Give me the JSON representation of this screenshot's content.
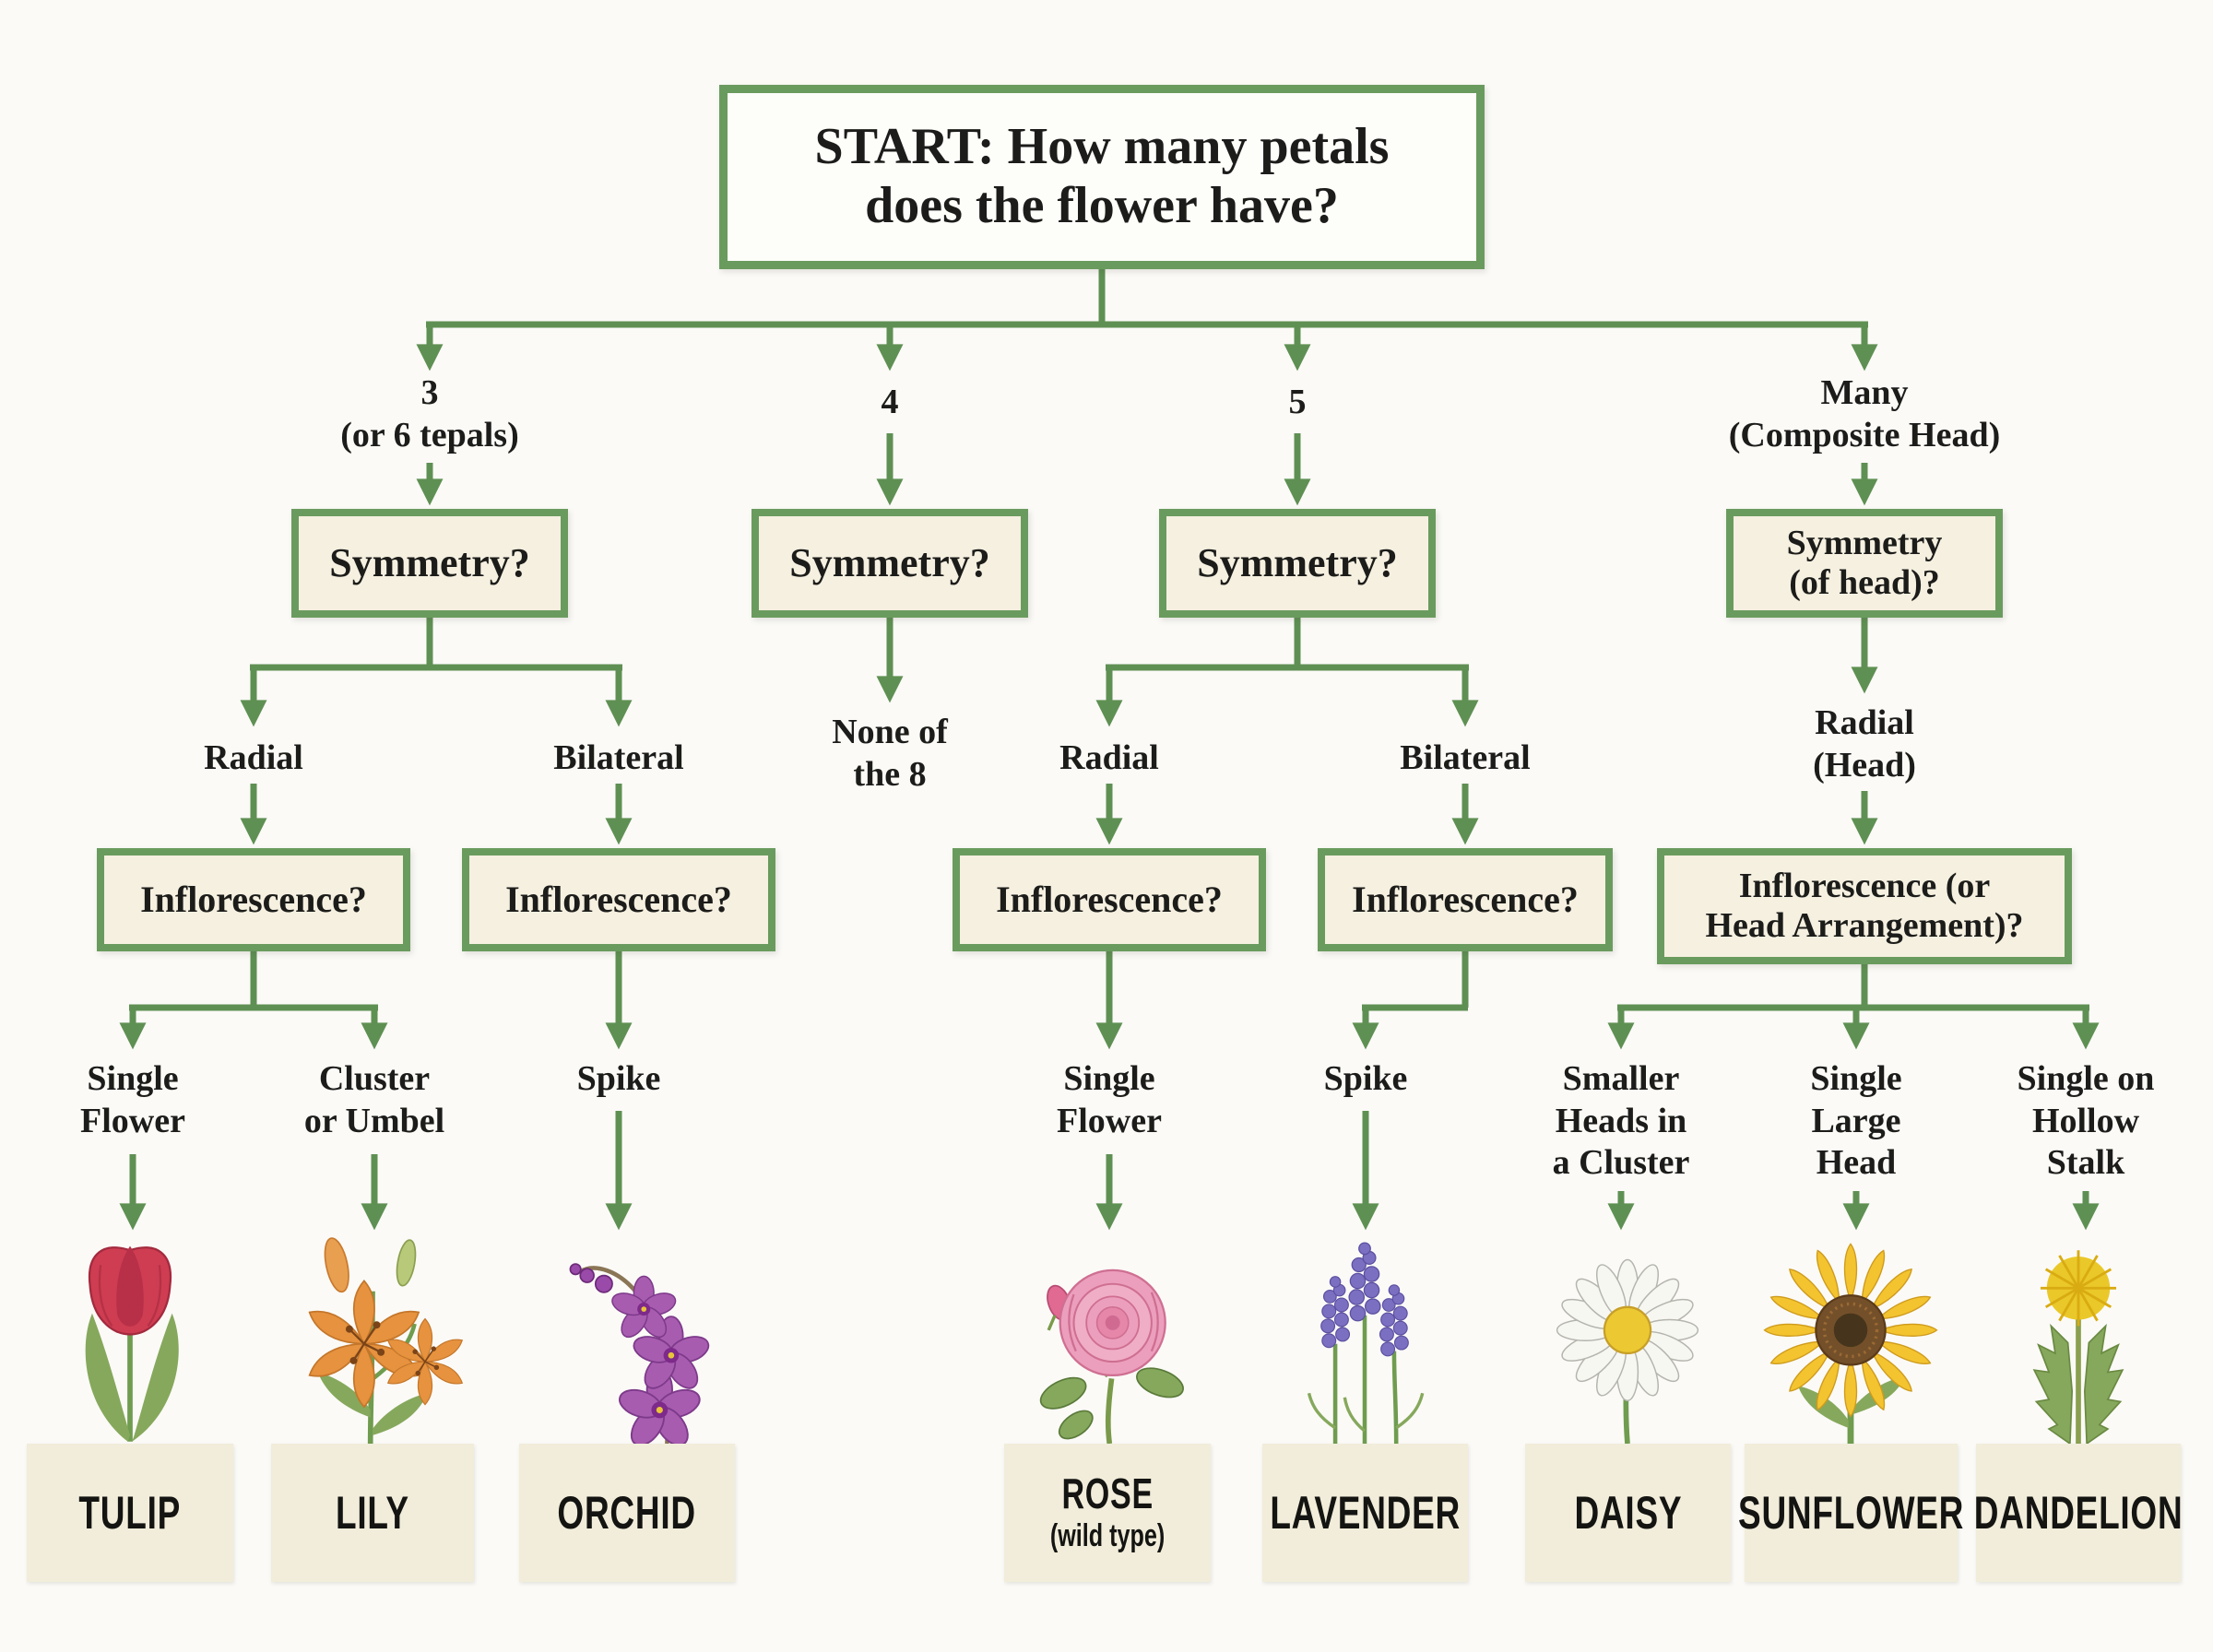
{
  "colors": {
    "bg": "#fbfaf7",
    "text": "#1c1c1a",
    "line-green": "#5f9053",
    "border-green": "#6a9b5e",
    "box-fill": "#f5f0e0",
    "start-fill": "#fdfdfa",
    "plate-fill": "#f1edda",
    "leaf-green": "#86a85c",
    "stem-green": "#6f9c4f",
    "tulip-red": "#cf3d52",
    "lily-orange": "#e6923e",
    "orchid-purple": "#a85cb0",
    "rose-pink": "#ec9fbc",
    "lavender-purple": "#7b6fc1",
    "daisy-petal": "#f7f7f2",
    "daisy-center": "#ecc832",
    "sunflower-petal": "#f3c42f",
    "sunflower-center": "#74502a",
    "dandelion-yellow": "#eac829"
  },
  "nodes": {
    "start": "START: How many petals\ndoes the flower have?",
    "branch3_label": "3\n(or 6 tepals)",
    "branch4_label": "4",
    "branch5_label": "5",
    "branchmany_label": "Many\n(Composite Head)",
    "symmetry3": "Symmetry?",
    "symmetry4": "Symmetry?",
    "symmetry5": "Symmetry?",
    "symmetrymany": "Symmetry\n(of head)?",
    "radial3": "Radial",
    "bilateral3": "Bilateral",
    "none_of_8": "None of\nthe 8",
    "radial5": "Radial",
    "bilateral5": "Bilateral",
    "radialmany": "Radial\n(Head)",
    "inflorescence3_radial": "Inflorescence?",
    "inflorescence3_bilateral": "Inflorescence?",
    "inflorescence5_radial": "Inflorescence?",
    "inflorescence5_bilateral": "Inflorescence?",
    "inflorescencemany": "Inflorescence (or\nHead Arrangement)?",
    "single_flower3": "Single\nFlower",
    "cluster_umbel": "Cluster\nor Umbel",
    "spike3": "Spike",
    "single_flower5": "Single\nFlower",
    "spike5": "Spike",
    "smaller_heads": "Smaller\nHeads in\na Cluster",
    "single_large_head": "Single\nLarge\nHead",
    "single_hollow_stalk": "Single on\nHollow\nStalk"
  },
  "flowers": [
    {
      "name": "TULIP",
      "sub": ""
    },
    {
      "name": "LILY",
      "sub": ""
    },
    {
      "name": "ORCHID",
      "sub": ""
    },
    {
      "name": "ROSE",
      "sub": "(wild type)"
    },
    {
      "name": "LAVENDER",
      "sub": ""
    },
    {
      "name": "DAISY",
      "sub": ""
    },
    {
      "name": "SUNFLOWER",
      "sub": ""
    },
    {
      "name": "DANDELION",
      "sub": ""
    }
  ]
}
